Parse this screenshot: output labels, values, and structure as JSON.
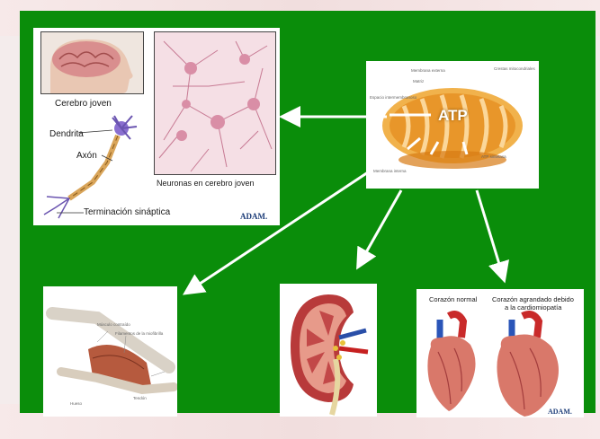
{
  "brain_panel": {
    "brain_label": "Cerebro joven",
    "dendrite_label": "Dendrita",
    "axon_label": "Axón",
    "terminal_label": "Terminación sináptica",
    "neurons_caption": "Neuronas en cerebro joven",
    "logo": "ADAM."
  },
  "mito_panel": {
    "center_label": "ATP",
    "small_labels": [
      "Membrana externa",
      "Matriz",
      "Espacio intermembranoso",
      "Crestas mitocondriales",
      "Membrana interna",
      "ATP sintetasa"
    ]
  },
  "muscle_panel": {
    "small_labels": [
      "Músculo contraído",
      "Filamentos de la miofibrilla",
      "Tendón",
      "Hueso"
    ]
  },
  "kidney_panel": {},
  "heart_panel": {
    "normal_label": "Corazón normal",
    "enlarged_label_line1": "Corazón agrandado debido",
    "enlarged_label_line2": "a la cardiomiopatía",
    "logo": "ADAM."
  },
  "colors": {
    "background_green": "#0a8d0a",
    "arrow_white": "#ffffff",
    "mitochondria_orange": "#e8962a"
  },
  "icons": [
    "mitochondrion-illustration",
    "brain-illustration",
    "neuron-illustration",
    "muscle-illustration",
    "kidney-illustration",
    "heart-illustration"
  ]
}
